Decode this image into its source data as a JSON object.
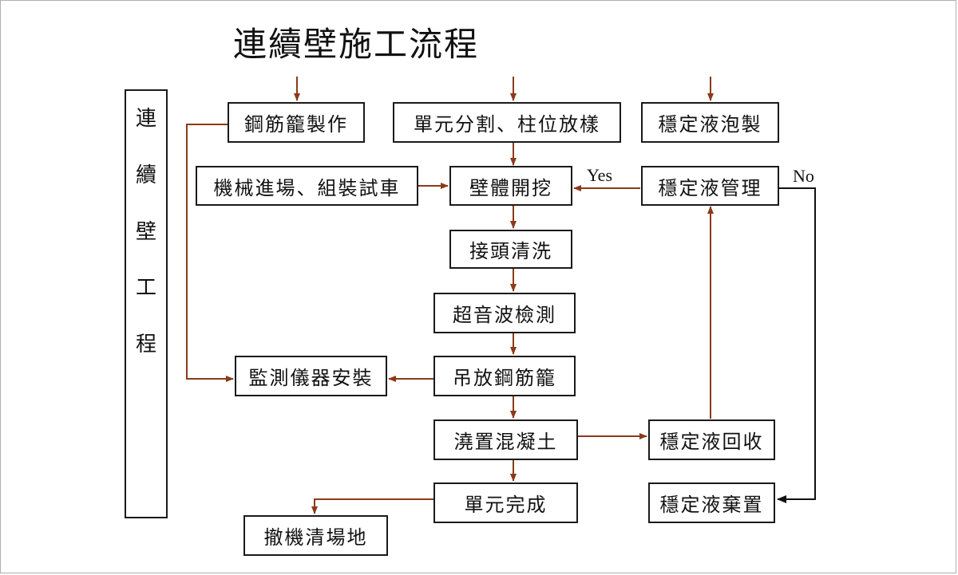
{
  "title": "連續壁施工流程",
  "side_label": [
    "連",
    "續",
    "壁",
    "工",
    "程"
  ],
  "nodes": {
    "rebar_cage_fab": "鋼筋籠製作",
    "unit_layout": "單元分割、柱位放樣",
    "slurry_mix": "穩定液泡製",
    "machine_setup": "機械進場、組裝試車",
    "wall_excavation": "壁體開挖",
    "slurry_manage": "穩定液管理",
    "joint_cleaning": "接頭清洗",
    "ultrasonic_test": "超音波檢測",
    "instrument_install": "監測儀器安裝",
    "lower_rebar_cage": "吊放鋼筋籠",
    "pour_concrete": "澆置混凝土",
    "slurry_recover": "穩定液回收",
    "unit_complete": "單元完成",
    "slurry_dispose": "穩定液棄置",
    "site_cleanup": "撤機清場地"
  },
  "labels": {
    "yes": "Yes",
    "no": "No"
  },
  "colors": {
    "arrow": "#8B3A1A",
    "arrow_black": "#111111",
    "box_border": "#1a1a1a"
  }
}
